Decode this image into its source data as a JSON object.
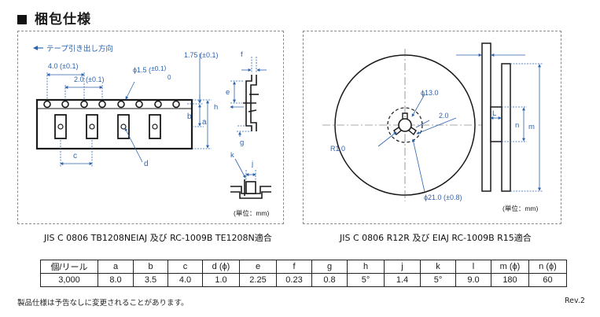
{
  "title": "梱包仕様",
  "left_diagram": {
    "tape_dir": "テープ引き出し方向",
    "p0": "4.0 (±0.1)",
    "p2": "2.0 (±0.1)",
    "phi_a": "ϕ1.5 (",
    "phi_b": "±0.1",
    "phi_c": "0",
    "phi_d": ")",
    "pitch_e": "1.75 (±0.1)",
    "lbl_a": "a",
    "lbl_b": "b",
    "lbl_c": "c",
    "lbl_d": "d",
    "lbl_e": "e",
    "lbl_f": "f",
    "lbl_g": "g",
    "lbl_h": "h",
    "lbl_j": "j",
    "lbl_k": "k",
    "unit": "(単位：mm)",
    "caption": "JIS C 0806 TB1208NEIAJ 及び RC-1009B TE1208N適合"
  },
  "right_diagram": {
    "hub_dia": "ϕ13.0",
    "slot": "2.0",
    "radius": "R1.0",
    "reel_dia": "ϕ21.0 (±0.8)",
    "lbl_L": "L",
    "lbl_n": "n",
    "lbl_m": "m",
    "unit": "(単位：mm)",
    "caption": "JIS C 0806 R12R 及び EIAJ RC-1009B R15適合"
  },
  "table": {
    "headers": [
      "個/リール",
      "a",
      "b",
      "c",
      "d (ϕ)",
      "e",
      "f",
      "g",
      "h",
      "j",
      "k",
      "l",
      "m (ϕ)",
      "n (ϕ)"
    ],
    "values": [
      "3,000",
      "8.0",
      "3.5",
      "4.0",
      "1.0",
      "2.25",
      "0.23",
      "0.8",
      "5°",
      "1.4",
      "5°",
      "9.0",
      "180",
      "60"
    ]
  },
  "footer": {
    "note": "製品仕様は予告なしに変更されることがあります。",
    "rev": "Rev.2"
  },
  "colors": {
    "dim_blue": "#2d63ad",
    "outline": "#1a1a1a"
  }
}
